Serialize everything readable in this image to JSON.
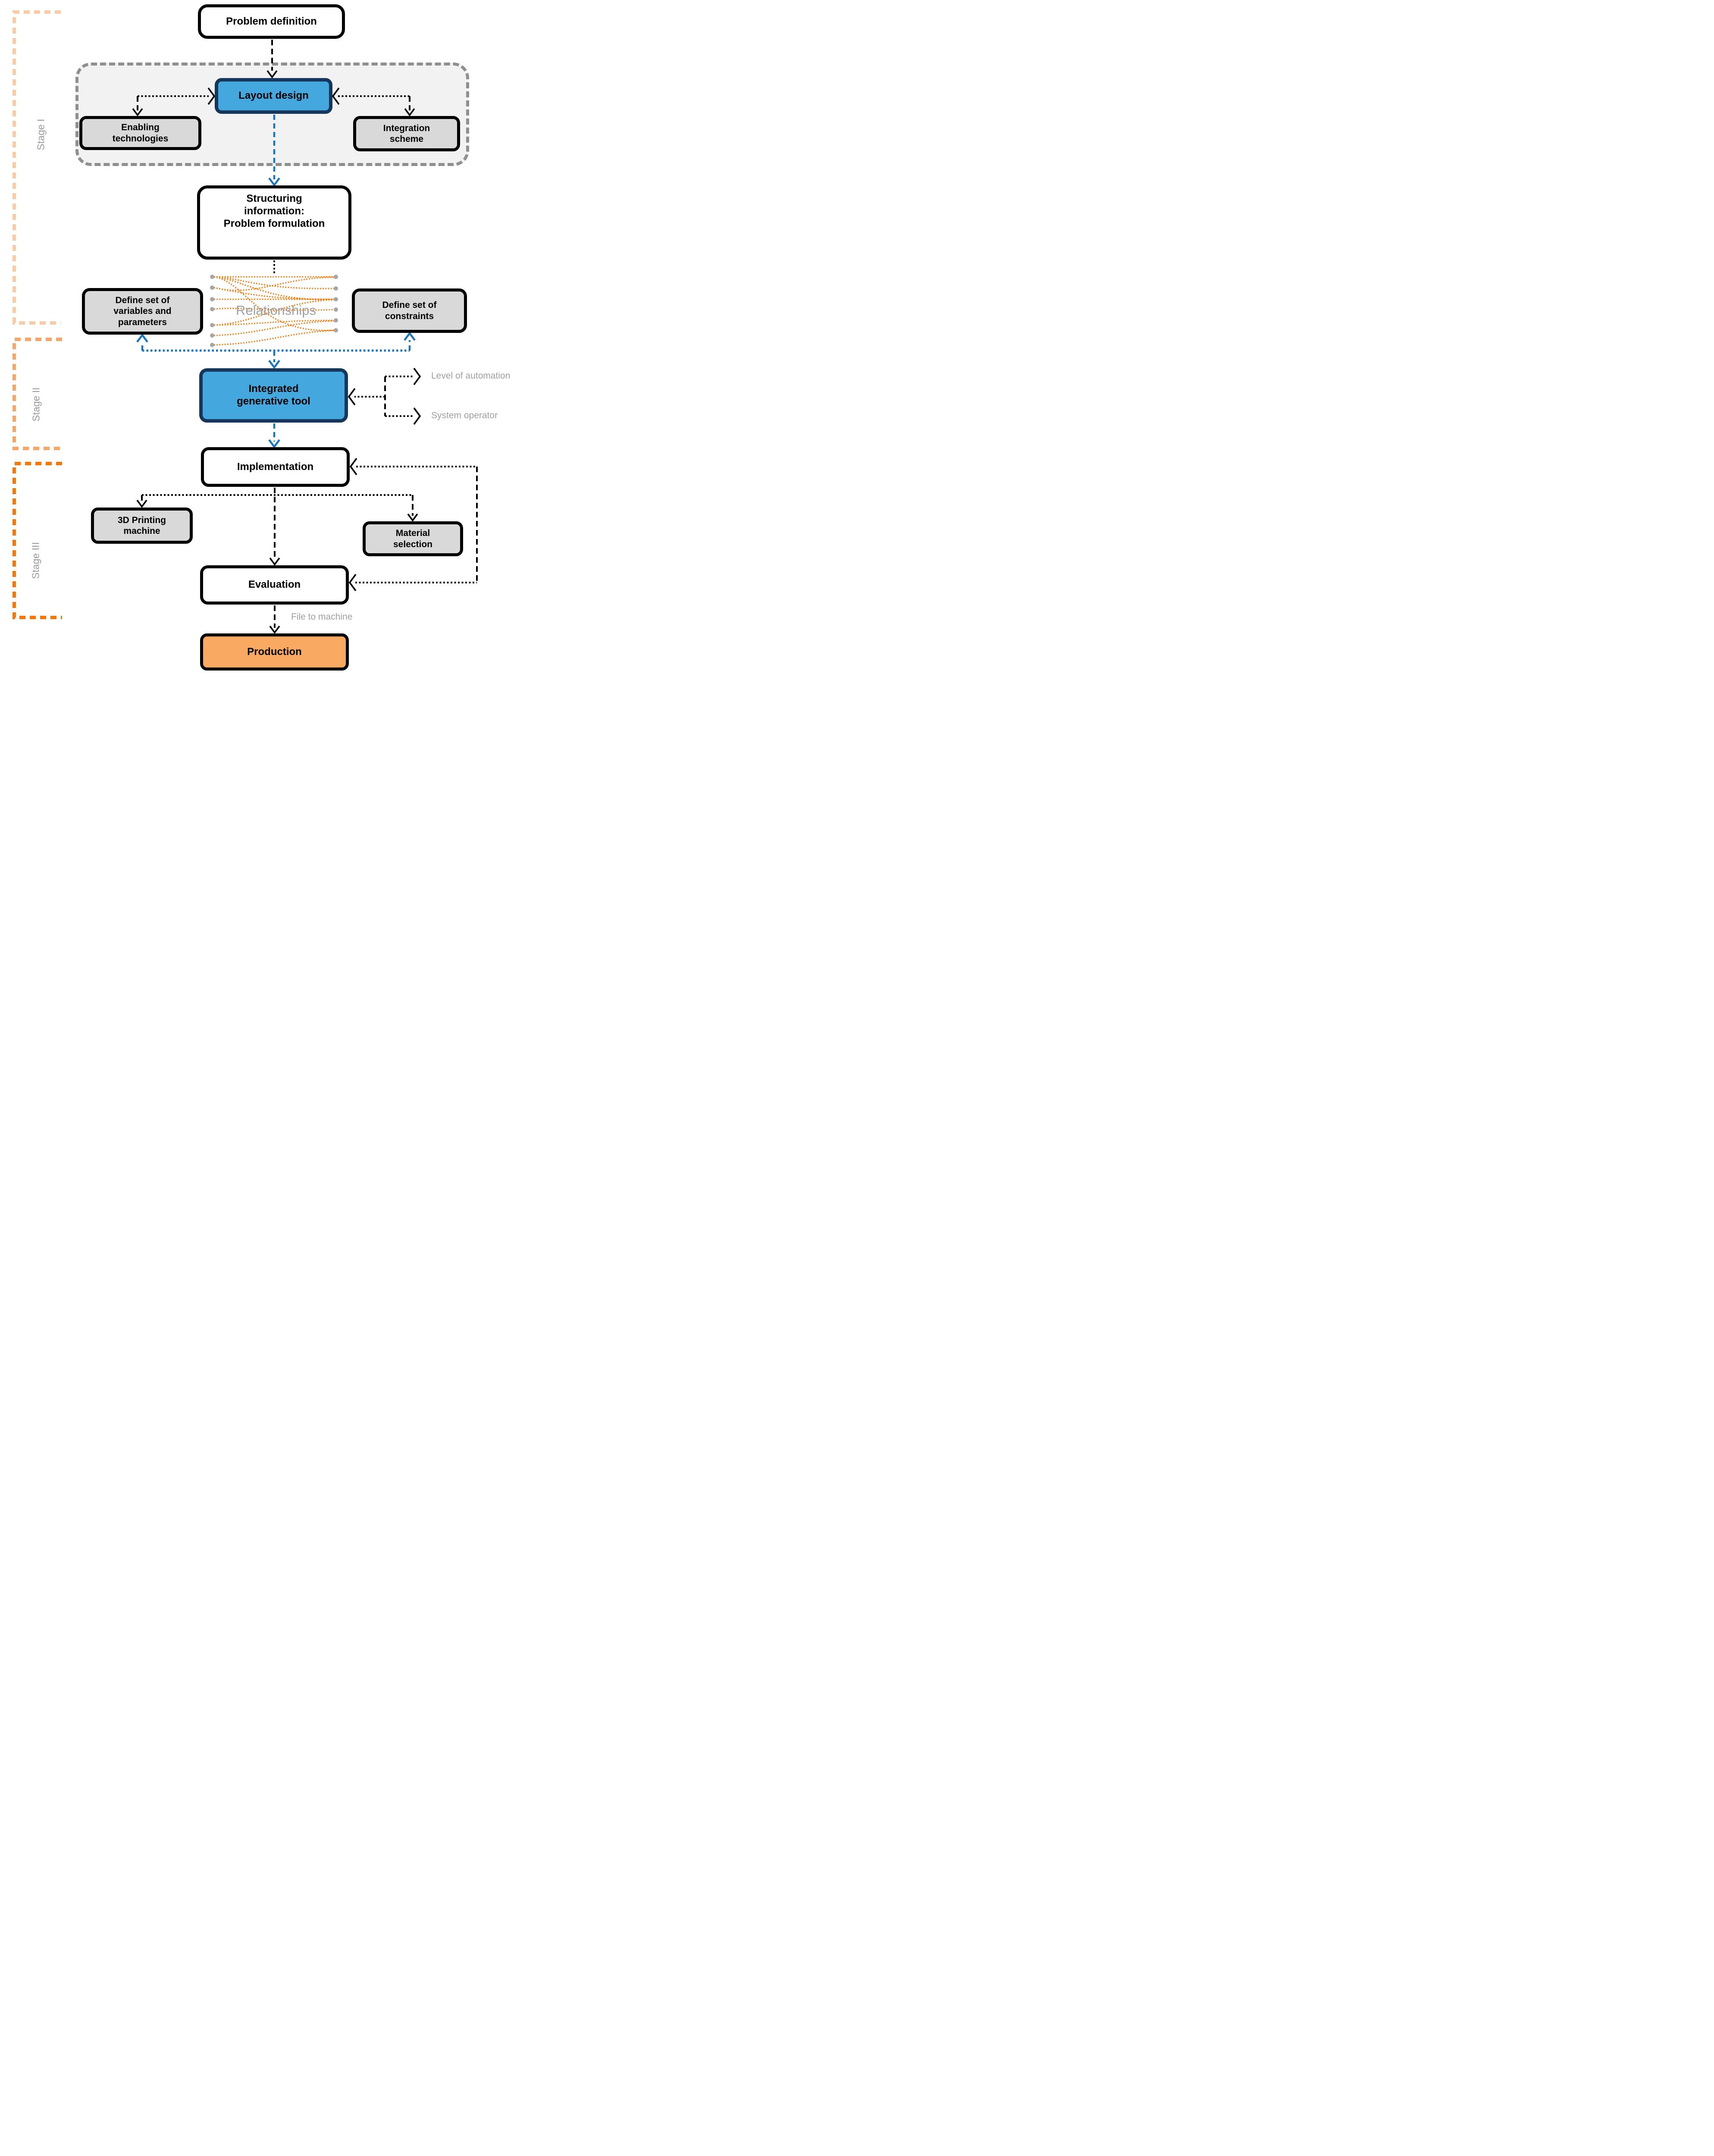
{
  "diagram": {
    "nodes": {
      "problem_definition": "Problem definition",
      "layout_design": "Layout design",
      "enabling_technologies": "Enabling\ntechnologies",
      "integration_scheme": "Integration\nscheme",
      "structuring_information": "Structuring\ninformation:\nProblem formulation",
      "variables_parameters": "Define set of\nvariables and\nparameters",
      "constraints": "Define set of\nconstraints",
      "integrated_generative_tool": "Integrated\ngenerative tool",
      "implementation": "Implementation",
      "printing_machine": "3D Printing\nmachine",
      "material_selection": "Material\nselection",
      "evaluation": "Evaluation",
      "production": "Production"
    },
    "annotations": {
      "relationships": "Relationships",
      "level_of_automation": "Level of automation",
      "system_operator": "System operator",
      "file_to_machine": "File to machine"
    },
    "stages": [
      {
        "label": "Stage I"
      },
      {
        "label": "Stage II"
      },
      {
        "label": "Stage III"
      }
    ],
    "colors": {
      "accent_blue_fill": "#44A8DE",
      "accent_blue_border": "#16365C",
      "blue_arrow": "#1B75BC",
      "orange_curve": "#F08019",
      "production_fill": "#FAA963",
      "gray_node_fill": "#D9D9D9",
      "container_fill": "#F2F2F2",
      "container_border": "#8F8F8F",
      "stage1": "#FACBA4",
      "stage2": "#FAA568",
      "stage3": "#F87606",
      "label_gray": "#A0A0A0",
      "ink": "#000000"
    }
  }
}
